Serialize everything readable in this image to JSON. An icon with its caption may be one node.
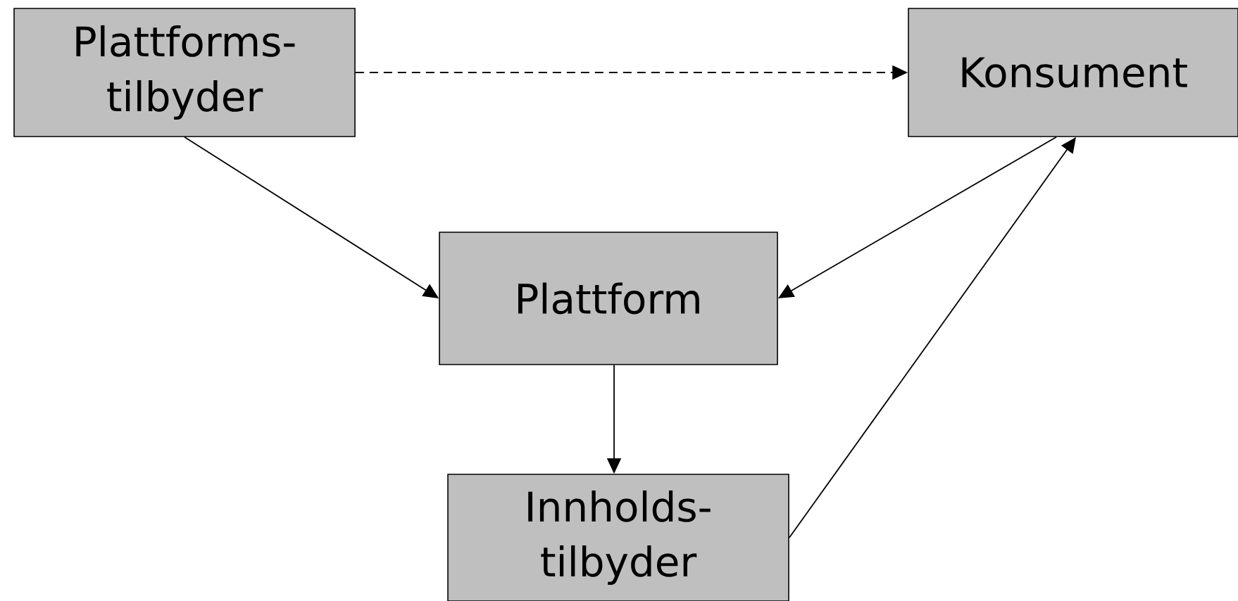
{
  "diagram": {
    "nodes": [
      {
        "text": [
          "Plattforms- tilbyder"
        ]
      },
      {
        "text": [
          "Konsument"
        ]
      },
      {
        "text": [
          "Plattform"
        ]
      },
      {
        "text": [
          "Innholds- tilbyder"
        ]
      }
    ],
    "edges": [
      {
        "from": 0,
        "to": 1,
        "arrow": "to",
        "style": "dashed"
      },
      {
        "from": 0,
        "to": 2,
        "arrow": "to"
      },
      {
        "from": 1,
        "to": 2,
        "arrow": "to"
      },
      {
        "from": 2,
        "to": 3,
        "arrow": "to"
      },
      {
        "from": 3,
        "to": 1,
        "arrow": "to"
      }
    ]
  }
}
